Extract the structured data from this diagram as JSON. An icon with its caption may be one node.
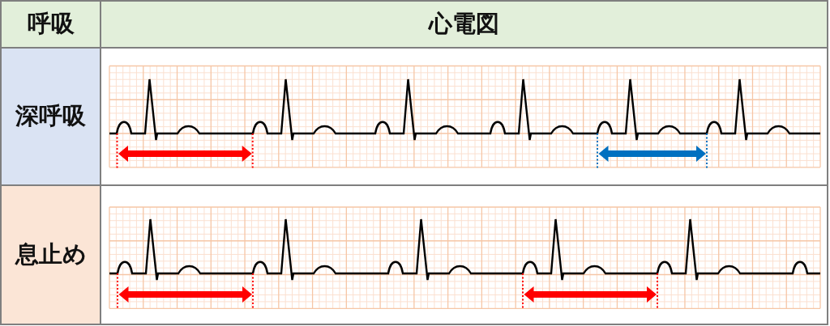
{
  "diagram": {
    "labels": [
      "呼吸",
      "心電図",
      "深呼吸",
      "息止め"
    ]
  }
}
